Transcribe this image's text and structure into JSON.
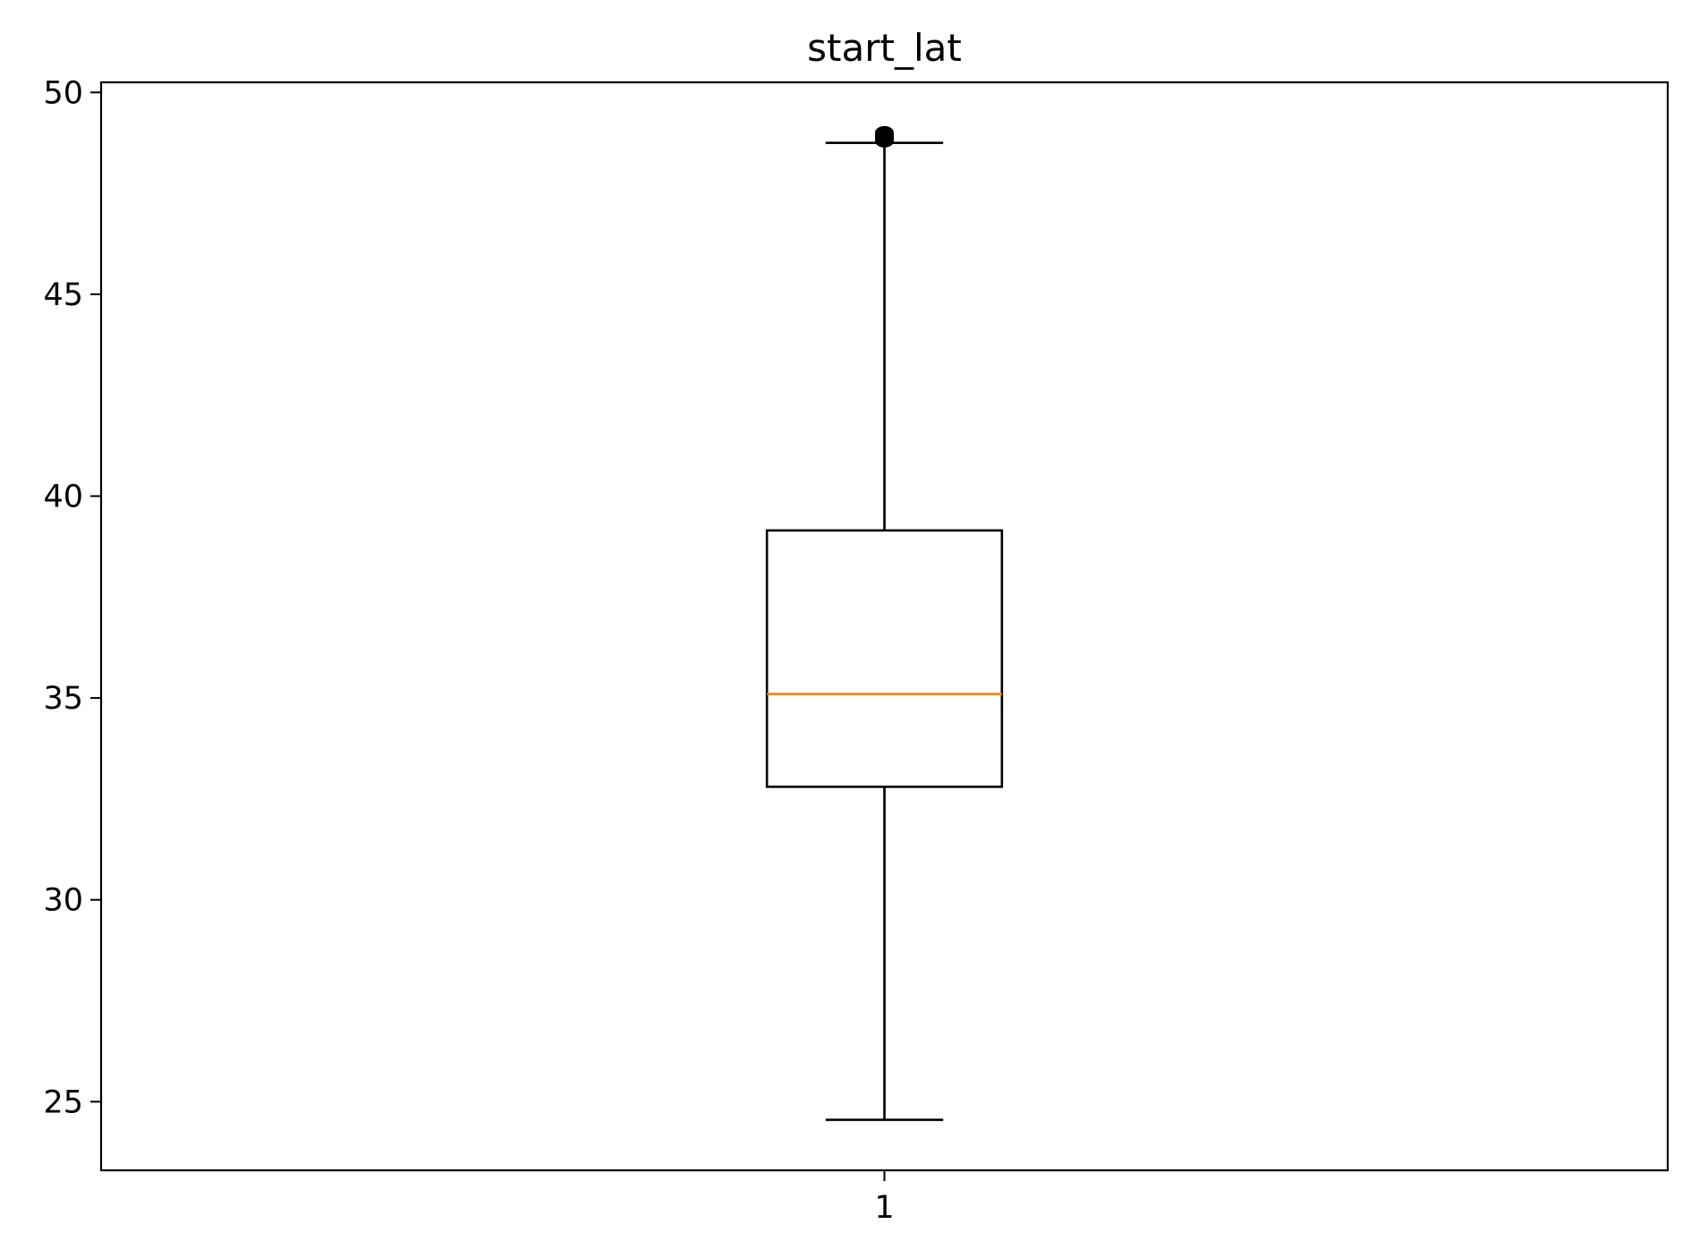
{
  "chart_data": {
    "type": "box",
    "title": "start_lat",
    "xlabel": "",
    "ylabel": "",
    "categories": [
      "1"
    ],
    "ylim": [
      23.3,
      50.25
    ],
    "yticks": [
      25,
      30,
      35,
      40,
      45,
      50
    ],
    "grid": false,
    "boxes": [
      {
        "category": "1",
        "whisker_low": 24.55,
        "q1": 32.8,
        "median": 35.1,
        "q3": 39.15,
        "whisker_high": 48.75,
        "outliers": [
          48.8,
          48.85,
          48.9,
          48.95,
          49.0
        ]
      }
    ],
    "colors": {
      "box": "#000000",
      "median": "#ff7f0e",
      "axes": "#000000"
    }
  }
}
